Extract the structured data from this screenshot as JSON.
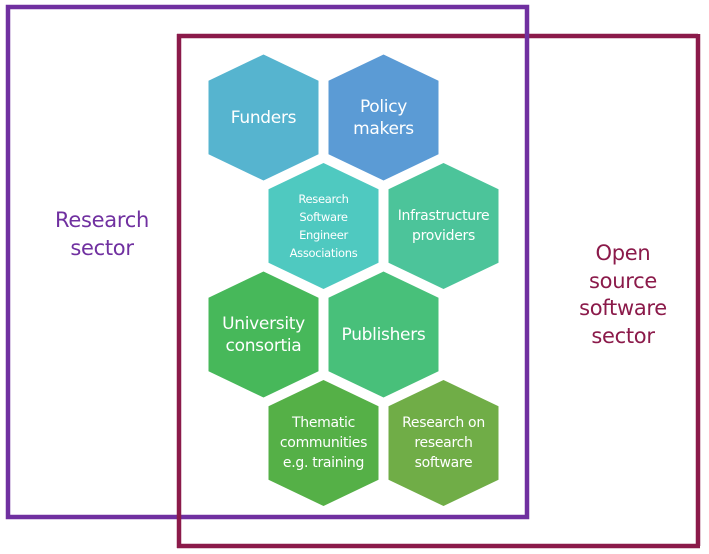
{
  "diagram": {
    "type": "overlapping-sectors-venn-with-hexagon-grid",
    "colors": {
      "research_sector": "#7030A0",
      "oss_sector": "#8B1A4A",
      "text_on_hex": "#FFFFFF",
      "background": "#FFFFFF"
    },
    "sectors": {
      "research": {
        "label_lines": [
          "Research",
          "sector"
        ],
        "color": "#7030A0"
      },
      "open_source": {
        "label_lines": [
          "Open",
          "source",
          "software",
          "sector"
        ],
        "color": "#8B1A4A"
      }
    },
    "stakeholders": [
      {
        "id": "funders",
        "lines": [
          "Funders"
        ],
        "color": "#56B4CF",
        "size": "large",
        "row": 1,
        "col": 1
      },
      {
        "id": "policy-makers",
        "lines": [
          "Policy",
          "makers"
        ],
        "color": "#5B9BD5",
        "size": "large",
        "row": 1,
        "col": 2
      },
      {
        "id": "rse-associations",
        "lines": [
          "Research",
          "Software",
          "Engineer",
          "Associations"
        ],
        "color": "#4FC9C0",
        "size": "small",
        "row": 2,
        "col": 1
      },
      {
        "id": "infrastructure-providers",
        "lines": [
          "Infrastructure",
          "providers"
        ],
        "color": "#4CC49A",
        "size": "medium",
        "row": 2,
        "col": 2
      },
      {
        "id": "university-consortia",
        "lines": [
          "University",
          "consortia"
        ],
        "color": "#47B85A",
        "size": "large",
        "row": 3,
        "col": 1
      },
      {
        "id": "publishers",
        "lines": [
          "Publishers"
        ],
        "color": "#48C07A",
        "size": "large",
        "row": 3,
        "col": 2
      },
      {
        "id": "thematic-communities",
        "lines": [
          "Thematic",
          "communities",
          "e.g. training"
        ],
        "color": "#55B047",
        "size": "medium",
        "row": 4,
        "col": 1
      },
      {
        "id": "research-on-research-software",
        "lines": [
          "Research on",
          "research",
          "software"
        ],
        "color": "#70AD47",
        "size": "medium",
        "row": 4,
        "col": 2
      }
    ]
  }
}
